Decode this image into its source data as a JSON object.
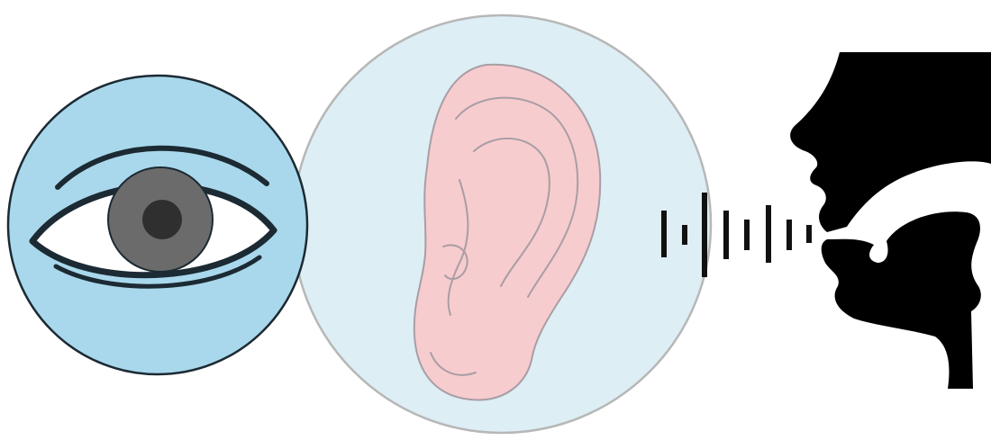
{
  "figure": {
    "panels": [
      {
        "id": "vision",
        "icon": "eye-icon"
      },
      {
        "id": "hearing",
        "icon": "ear-icon"
      },
      {
        "id": "speech",
        "icon": "speaking-head-icon"
      }
    ],
    "sound_wave": {
      "icon": "sound-wave-icon",
      "bar_count": 8
    },
    "colors": {
      "eye_circle_fill": "#a9d8ec",
      "eye_iris": "#6b6b6b",
      "eye_pupil": "#2f2f2f",
      "outline": "#1c2a33",
      "ear_circle_fill": "#ddeef5",
      "ear_circle_stroke": "#b7b7b7",
      "ear_fill": "#f7cccf",
      "ear_lines": "#a89ea4",
      "silhouette": "#000000",
      "wave_bars": "#111111"
    }
  }
}
